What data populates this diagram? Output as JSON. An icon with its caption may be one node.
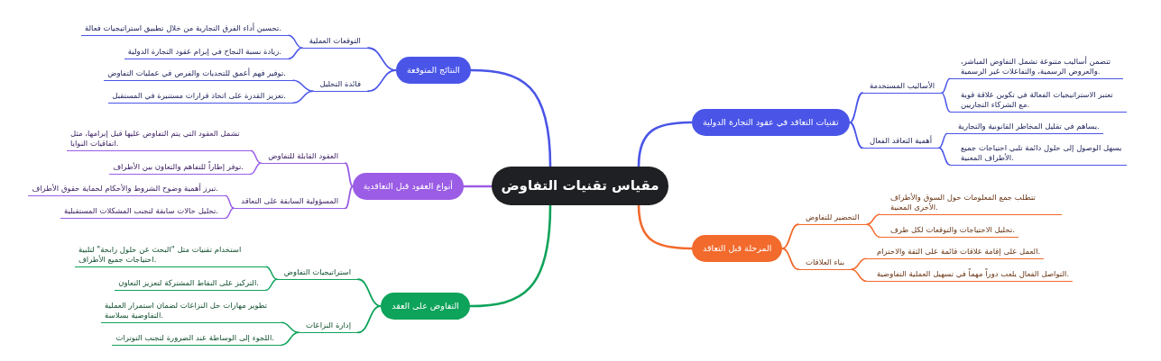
{
  "diagram": {
    "nodes": [
      {
        "text": [
          "مقياس تقنيات التفاوض"
        ]
      },
      {
        "text": [
          "تقنيات التعاقد في عقود التجارة الدولية"
        ]
      },
      {
        "text": [
          "الأساليب المستخدمة"
        ]
      },
      {
        "text": [
          "تتضمن أساليب متنوعة تشمل التفاوض المباشر، والعروض الرسمية، والتفاعلات غير الرسمية."
        ]
      },
      {
        "text": [
          "تعتبر الاستراتيجيات الفعالة في تكوين علاقة قوية مع الشركاء التجاريين."
        ]
      },
      {
        "text": [
          "أهمية التعاقد الفعال"
        ]
      },
      {
        "text": [
          "يساهم في تقليل المخاطر القانونية والتجارية."
        ]
      },
      {
        "text": [
          "يسهل الوصول إلى حلول دائمة تلبي احتياجات جميع الأطراف المعنية."
        ]
      },
      {
        "text": [
          "المرحلة قبل التعاقد"
        ]
      },
      {
        "text": [
          "التحضير للتفاوض"
        ]
      },
      {
        "text": [
          "تتطلب جمع المعلومات حول السوق والأطراف الأخرى المعنية."
        ]
      },
      {
        "text": [
          "تحليل الاحتياجات والتوقعات لكل طرف."
        ]
      },
      {
        "text": [
          "بناء العلاقات"
        ]
      },
      {
        "text": [
          "العمل على إقامة علاقات قائمة على الثقة والاحترام."
        ]
      },
      {
        "text": [
          "التواصل الفعال يلعب دوراً مهماً في تسهيل العملية التفاوضية."
        ]
      },
      {
        "text": [
          "النتائج المتوقعة"
        ]
      },
      {
        "text": [
          "التوقعات العملية"
        ]
      },
      {
        "text": [
          "تحسين أداء الفرق التجارية من خلال تطبيق استراتيجيات فعالة."
        ]
      },
      {
        "text": [
          "زيادة نسبة النجاح في إبرام عقود التجارة الدولية."
        ]
      },
      {
        "text": [
          "فائدة التحليل"
        ]
      },
      {
        "text": [
          "توفير فهم أعمق للتحديات والفرص في عمليات التفاوض."
        ]
      },
      {
        "text": [
          "تعزيز القدرة على اتخاذ قرارات مستنيرة في المستقبل."
        ]
      },
      {
        "text": [
          "أنواع العقود قبل التعاقدية"
        ]
      },
      {
        "text": [
          "العقود القابلة للتفاوض"
        ]
      },
      {
        "text": [
          "تشمل العقود التي يتم التفاوض عليها قبل إبرامها، مثل اتفاقيات النوايا."
        ]
      },
      {
        "text": [
          "توفر إطاراً للتفاهم والتعاون بين الأطراف."
        ]
      },
      {
        "text": [
          "المسؤولية السابقة على التعاقد"
        ]
      },
      {
        "text": [
          "تبرز أهمية وضوح الشروط والأحكام لحماية حقوق الأطراف."
        ]
      },
      {
        "text": [
          "تحليل حالات سابقة لتجنب المشكلات المستقبلية."
        ]
      },
      {
        "text": [
          "التفاوض على العقد"
        ]
      },
      {
        "text": [
          "استراتيجيات التفاوض"
        ]
      },
      {
        "text": [
          "استخدام تقنيات مثل \"البحث عن حلول رابحة\" لتلبية احتياجات جميع الأطراف."
        ]
      },
      {
        "text": [
          "التركيز على النقاط المشتركة لتعزيز التعاون."
        ]
      },
      {
        "text": [
          "إدارة النزاعات"
        ]
      },
      {
        "text": [
          "تطوير مهارات حل النزاعات لضمان استمرار العملية التفاوضية بسلاسة."
        ]
      },
      {
        "text": [
          "اللجوء إلى الوساطة عند الضرورة لتجنب التوترات."
        ]
      }
    ],
    "edges": [
      {
        "from": 0,
        "to": 1,
        "arrow": "none"
      },
      {
        "from": 1,
        "to": 2,
        "arrow": "none"
      },
      {
        "from": 2,
        "to": 3,
        "arrow": "none"
      },
      {
        "from": 2,
        "to": 4,
        "arrow": "none"
      },
      {
        "from": 1,
        "to": 5,
        "arrow": "none"
      },
      {
        "from": 5,
        "to": 6,
        "arrow": "none"
      },
      {
        "from": 5,
        "to": 7,
        "arrow": "none"
      },
      {
        "from": 0,
        "to": 8,
        "arrow": "none",
        "color": "#f26a2c"
      },
      {
        "from": 8,
        "to": 9,
        "arrow": "none",
        "color": "#f26a2c"
      },
      {
        "from": 9,
        "to": 10,
        "arrow": "none",
        "color": "#f26a2c"
      },
      {
        "from": 9,
        "to": 11,
        "arrow": "none",
        "color": "#f26a2c"
      },
      {
        "from": 8,
        "to": 12,
        "arrow": "none",
        "color": "#f26a2c"
      },
      {
        "from": 12,
        "to": 13,
        "arrow": "none",
        "color": "#f26a2c"
      },
      {
        "from": 12,
        "to": 14,
        "arrow": "none",
        "color": "#f26a2c"
      },
      {
        "from": 0,
        "to": 15,
        "arrow": "none"
      },
      {
        "from": 15,
        "to": 16,
        "arrow": "none"
      },
      {
        "from": 16,
        "to": 17,
        "arrow": "none"
      },
      {
        "from": 16,
        "to": 18,
        "arrow": "none"
      },
      {
        "from": 15,
        "to": 19,
        "arrow": "none"
      },
      {
        "from": 19,
        "to": 20,
        "arrow": "none"
      },
      {
        "from": 19,
        "to": 21,
        "arrow": "none"
      },
      {
        "from": 0,
        "to": 22,
        "arrow": "none",
        "color": "#9b5de5"
      },
      {
        "from": 22,
        "to": 23,
        "arrow": "none",
        "color": "#9b5de5"
      },
      {
        "from": 23,
        "to": 24,
        "arrow": "none",
        "color": "#9b5de5"
      },
      {
        "from": 23,
        "to": 25,
        "arrow": "none",
        "color": "#9b5de5"
      },
      {
        "from": 22,
        "to": 26,
        "arrow": "none",
        "color": "#9b5de5"
      },
      {
        "from": 26,
        "to": 27,
        "arrow": "none",
        "color": "#9b5de5"
      },
      {
        "from": 26,
        "to": 28,
        "arrow": "none",
        "color": "#9b5de5"
      },
      {
        "from": 0,
        "to": 29,
        "arrow": "none",
        "color": "#0ea35a"
      },
      {
        "from": 29,
        "to": 30,
        "arrow": "none",
        "color": "#0ea35a"
      },
      {
        "from": 30,
        "to": 31,
        "arrow": "none",
        "color": "#0ea35a"
      },
      {
        "from": 30,
        "to": 32,
        "arrow": "none",
        "color": "#0ea35a"
      },
      {
        "from": 29,
        "to": 33,
        "arrow": "none",
        "color": "#0ea35a"
      },
      {
        "from": 33,
        "to": 34,
        "arrow": "none",
        "color": "#0ea35a"
      },
      {
        "from": 33,
        "to": 35,
        "arrow": "none",
        "color": "#0ea35a"
      }
    ]
  }
}
